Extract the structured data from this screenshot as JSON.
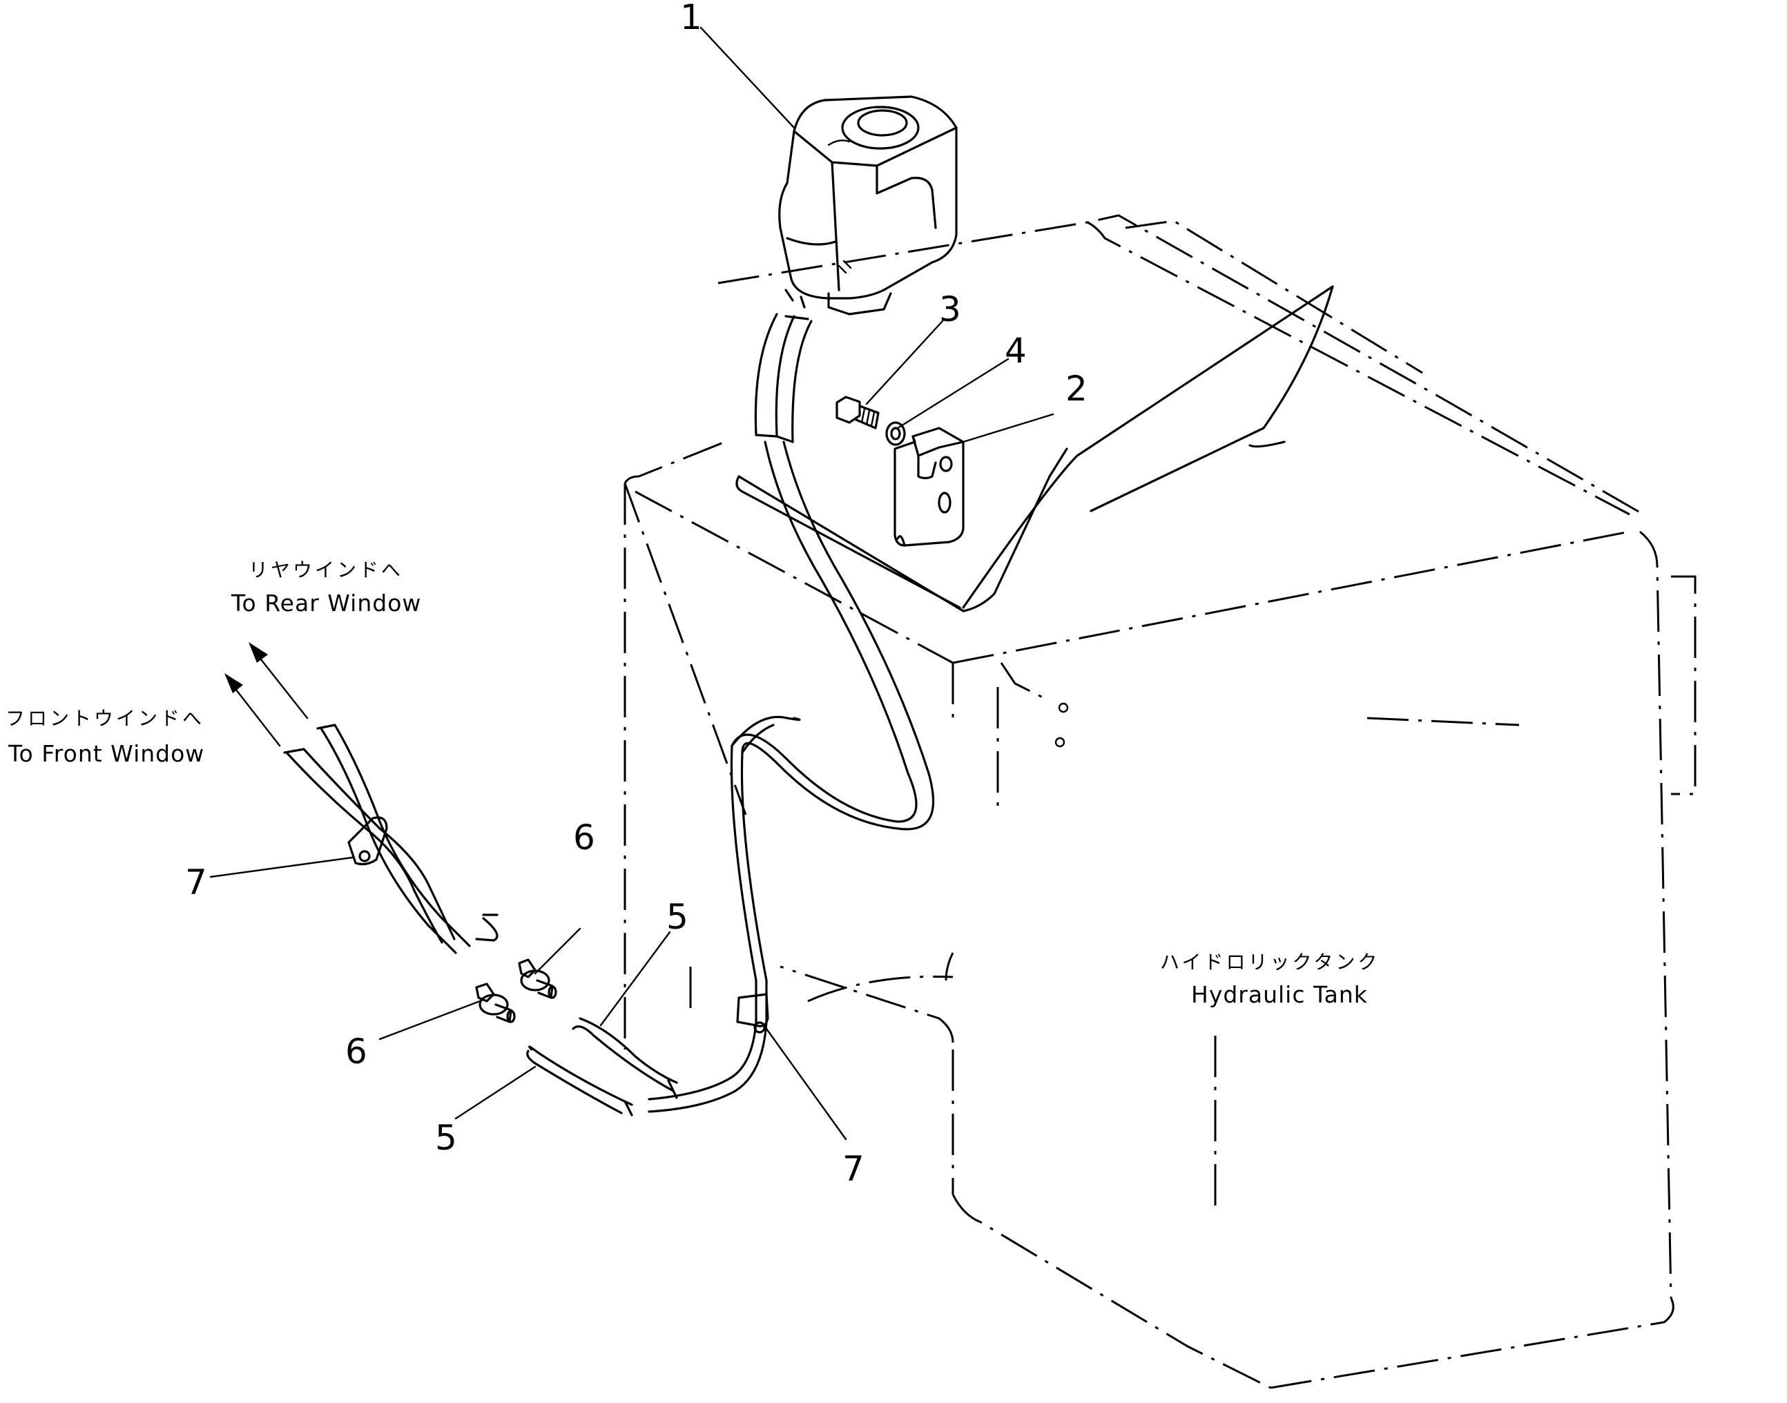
{
  "part_numbers": [
    "1",
    "2",
    "3",
    "4",
    "5",
    "5",
    "6",
    "6",
    "7",
    "7"
  ],
  "labels": {
    "rear_window_jp": "リヤウインドへ",
    "rear_window_en": "To Rear Window",
    "front_window_jp": "フロントウインドへ",
    "front_window_en": "To Front Window",
    "hydraulic_tank_jp": "ハイドロリックタンク",
    "hydraulic_tank_en": "Hydraulic Tank"
  }
}
